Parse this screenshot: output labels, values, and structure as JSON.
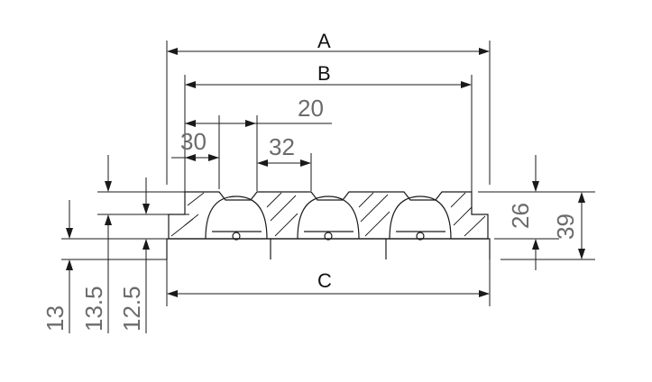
{
  "labels": {
    "overall_width": "A",
    "inner_width": "B",
    "base_width": "C",
    "dim_20": "20",
    "dim_30": "30",
    "dim_32": "32",
    "dim_26": "26",
    "dim_39": "39",
    "dim_13": "13",
    "dim_13_5": "13.5",
    "dim_12_5": "12.5"
  }
}
